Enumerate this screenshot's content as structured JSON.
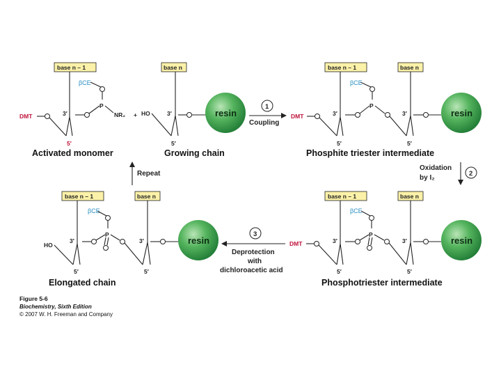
{
  "labels": {
    "base_n_minus_1": "base n – 1",
    "base_n": "base n",
    "bce": "βCE",
    "dmt": "DMT",
    "ho": "HO",
    "p": "P",
    "o": "O",
    "nr2": "NR₂",
    "plus": "+",
    "three_prime": "3′",
    "five_prime": "5′",
    "resin": "resin"
  },
  "captions": {
    "activated_monomer": "Activated monomer",
    "growing_chain": "Growing chain",
    "phosphite_triester": "Phosphite triester intermediate",
    "elongated_chain": "Elongated chain",
    "phosphotriester": "Phosphotriester intermediate"
  },
  "steps": {
    "coupling": {
      "number": "1",
      "label": "Coupling"
    },
    "oxidation": {
      "number": "2",
      "line1": "Oxidation",
      "line2": "by I₂"
    },
    "deprotection": {
      "number": "3",
      "line1": "Deprotection",
      "line2": "with",
      "line3": "dichloroacetic acid"
    },
    "repeat": {
      "label": "Repeat"
    }
  },
  "credit": {
    "figure": "Figure 5-6",
    "book": "Biochemistry, Sixth Edition",
    "copyright": "© 2007 W. H. Freeman and Company"
  },
  "colors": {
    "resin_sphere": "#3fa84e",
    "base_box": "#fbf1a8",
    "dmt": "#c0123c",
    "bce": "#2a8fc0"
  }
}
